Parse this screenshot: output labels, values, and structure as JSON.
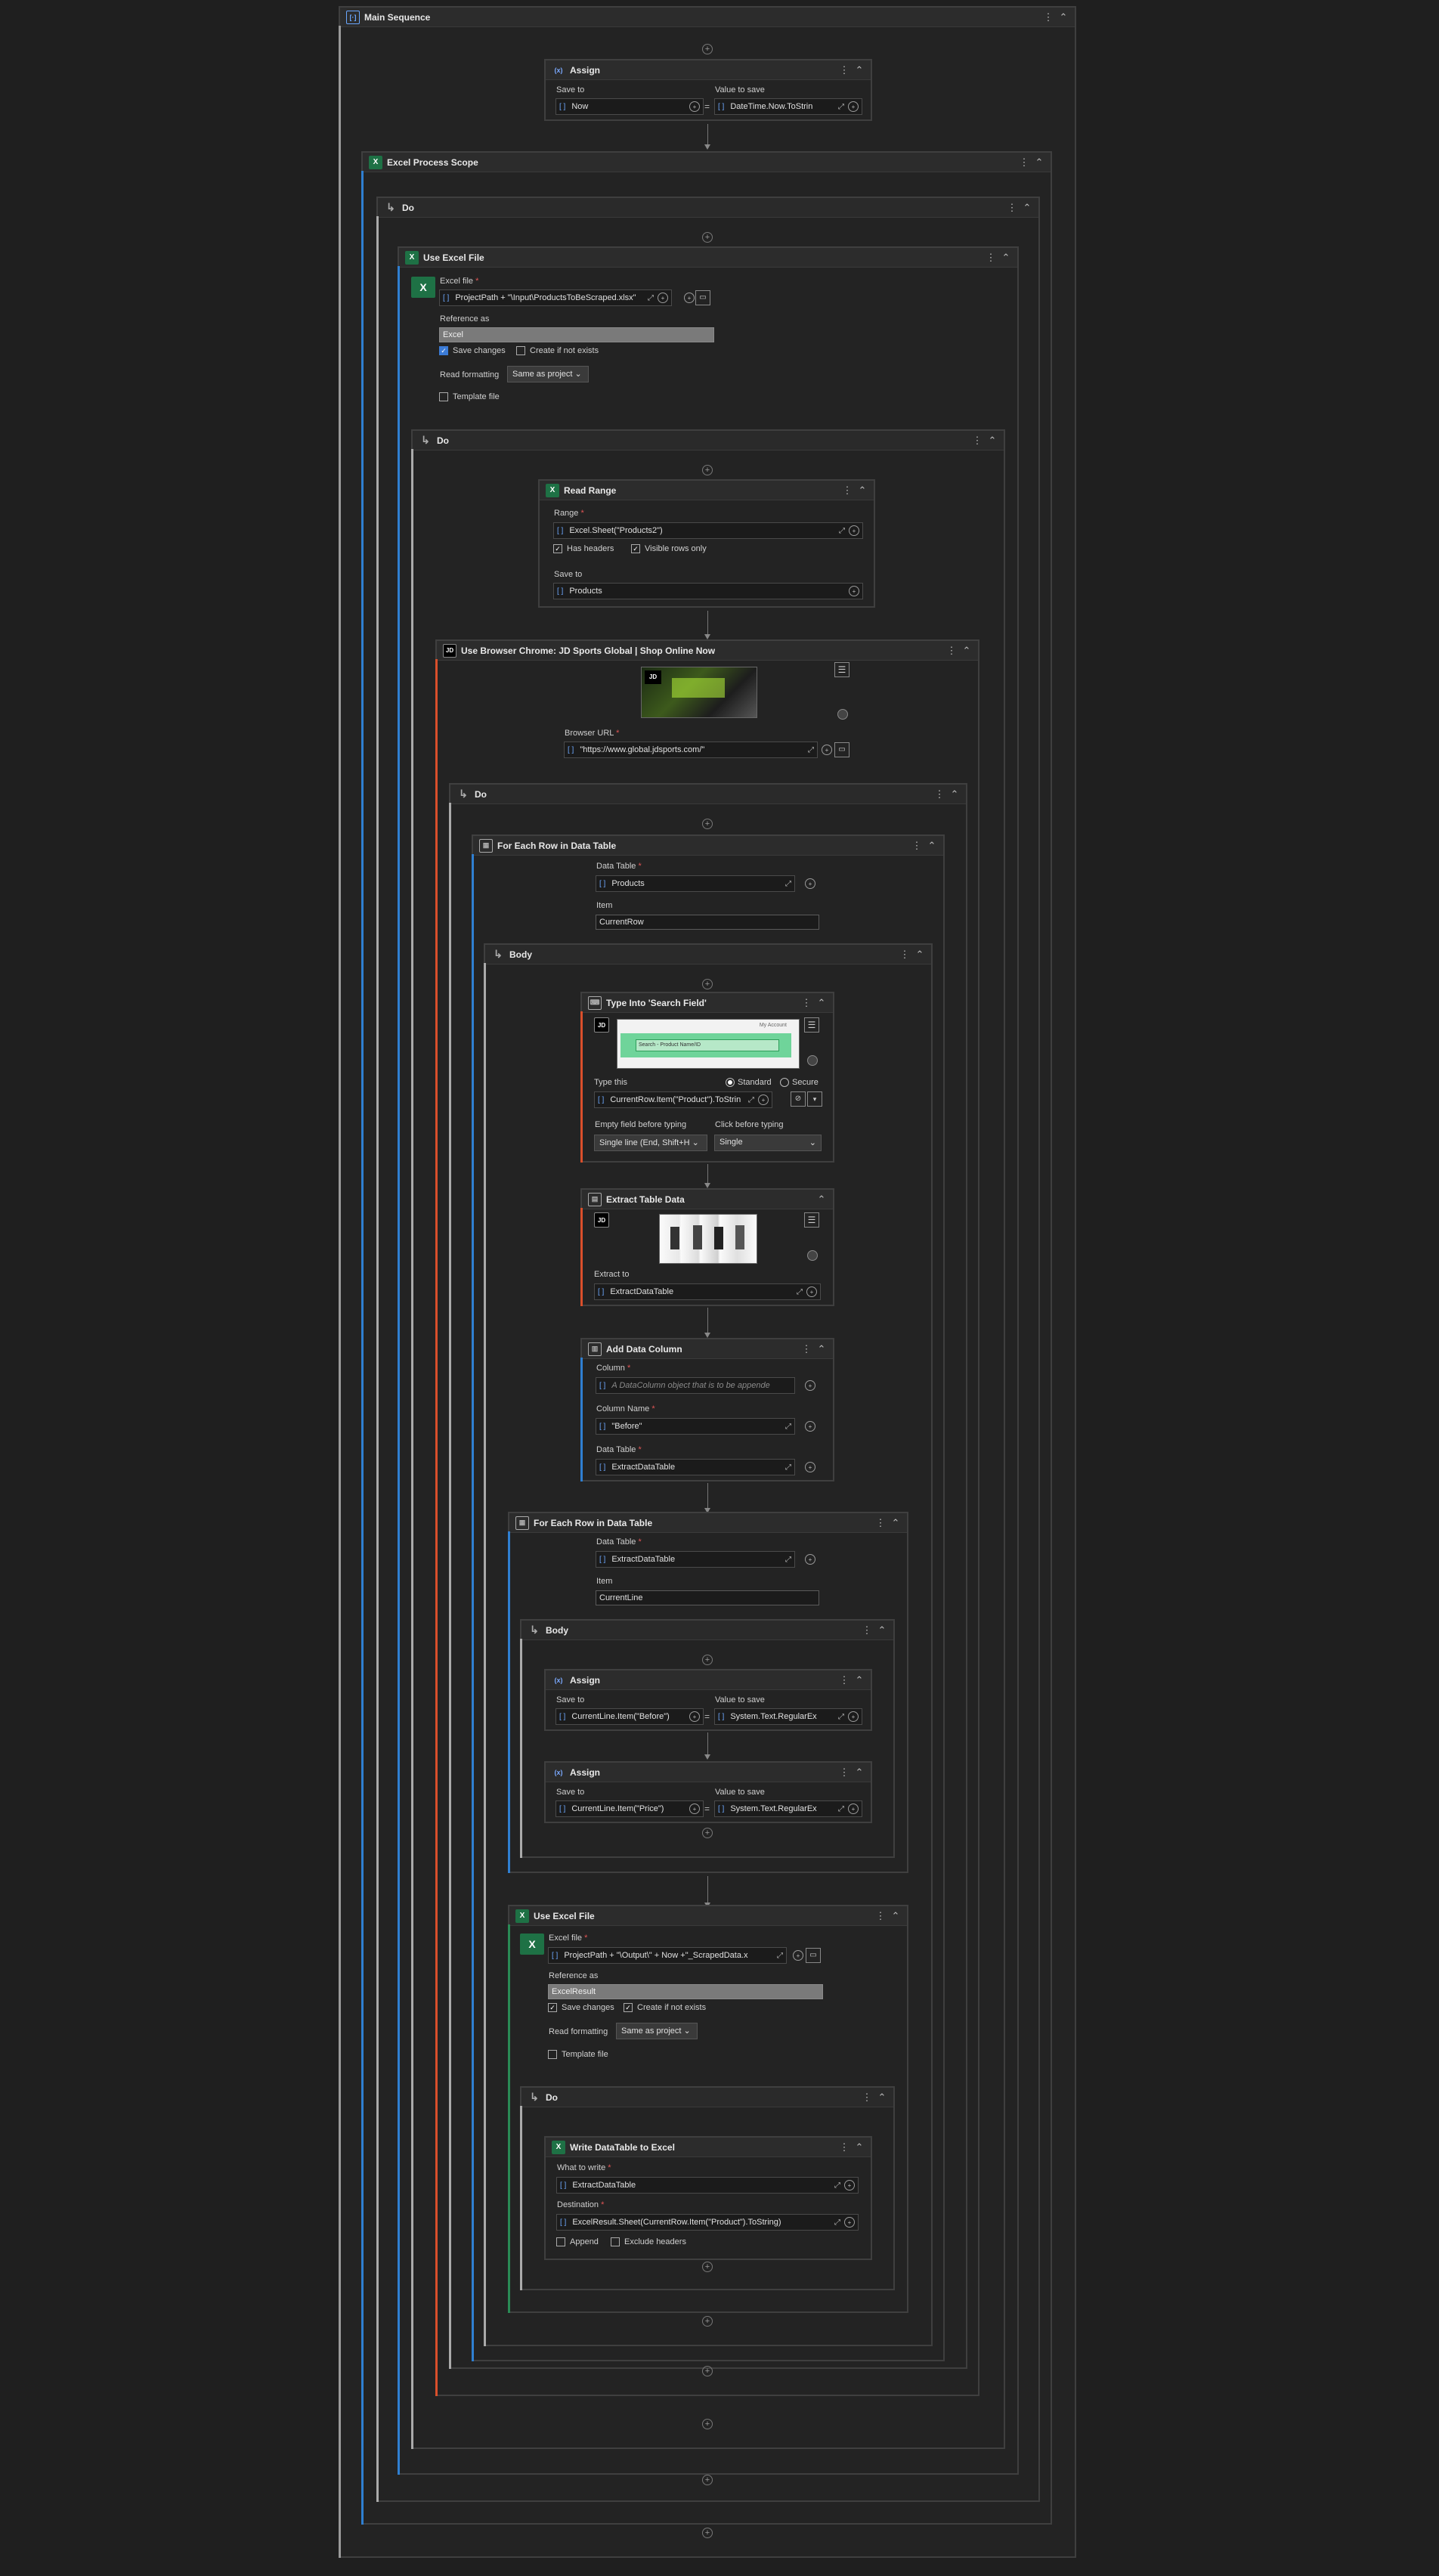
{
  "main": {
    "title": "Main Sequence"
  },
  "assign1": {
    "title": "Assign",
    "save_to_label": "Save to",
    "value_label": "Value to save",
    "save_to": "Now",
    "value": "DateTime.Now.ToStrin"
  },
  "eps": {
    "title": "Excel Process Scope"
  },
  "do_labels": {
    "do": "Do",
    "body": "Body"
  },
  "uef1": {
    "title": "Use Excel File",
    "file_label": "Excel file",
    "file": "ProjectPath + \"\\Input\\ProductsToBeScraped.xlsx\"",
    "ref_label": "Reference as",
    "ref": "Excel",
    "save_changes": "Save changes",
    "create_if": "Create if not exists",
    "read_fmt_label": "Read formatting",
    "read_fmt": "Same as project",
    "template": "Template file"
  },
  "read_range": {
    "title": "Read Range",
    "range_label": "Range",
    "range": "Excel.Sheet(\"Products2\")",
    "has_headers": "Has headers",
    "visible_only": "Visible rows only",
    "save_to_label": "Save to",
    "save_to": "Products"
  },
  "browser": {
    "title": "Use Browser Chrome: JD Sports Global | Shop Online Now",
    "url_label": "Browser URL",
    "url": "\"https://www.global.jdsports.com/\"",
    "logo": "JD"
  },
  "foreach1": {
    "title": "For Each Row in Data Table",
    "dt_label": "Data Table",
    "dt": "Products",
    "item_label": "Item",
    "item": "CurrentRow"
  },
  "type_into": {
    "title": "Type Into 'Search Field'",
    "type_label": "Type this",
    "standard": "Standard",
    "secure": "Secure",
    "text": "CurrentRow.Item(\"Product\").ToStrin",
    "empty_label": "Empty field before typing",
    "empty": "Single line (End, Shift+H",
    "click_label": "Click before typing",
    "click": "Single",
    "thumb_left": "Search - Product Name/ID",
    "thumb_right": "My Account"
  },
  "extract": {
    "title": "Extract Table Data",
    "extract_label": "Extract to",
    "extract_to": "ExtractDataTable"
  },
  "add_col": {
    "title": "Add Data Column",
    "column_label": "Column",
    "column": "A DataColumn object that is to be appende",
    "name_label": "Column Name",
    "name": "\"Before\"",
    "dt_label": "Data Table",
    "dt": "ExtractDataTable"
  },
  "foreach2": {
    "title": "For Each Row in Data Table",
    "dt_label": "Data Table",
    "dt": "ExtractDataTable",
    "item_label": "Item",
    "item": "CurrentLine"
  },
  "assign2": {
    "title": "Assign",
    "save_to_label": "Save to",
    "value_label": "Value to save",
    "save_to": "CurrentLine.Item(\"Before\")",
    "value": "System.Text.RegularEx"
  },
  "assign3": {
    "title": "Assign",
    "save_to_label": "Save to",
    "value_label": "Value to save",
    "save_to": "CurrentLine.Item(\"Price\")",
    "value": "System.Text.RegularEx"
  },
  "uef2": {
    "title": "Use Excel File",
    "file_label": "Excel file",
    "file": "ProjectPath + \"\\Output\\\" + Now +\"_ScrapedData.x",
    "ref_label": "Reference as",
    "ref": "ExcelResult",
    "save_changes": "Save changes",
    "create_if": "Create if not exists",
    "read_fmt_label": "Read formatting",
    "read_fmt": "Same as project",
    "template": "Template file"
  },
  "write_dt": {
    "title": "Write DataTable to Excel",
    "what_label": "What to write",
    "what": "ExtractDataTable",
    "dest_label": "Destination",
    "dest": "ExcelResult.Sheet(CurrentRow.Item(\"Product\").ToString)",
    "append": "Append",
    "exclude": "Exclude headers"
  },
  "colors": {
    "blue_line": "#2f7fd1",
    "orange_line": "#d94f2b",
    "green_line": "#2a8a55",
    "excel": "#1e7145"
  }
}
